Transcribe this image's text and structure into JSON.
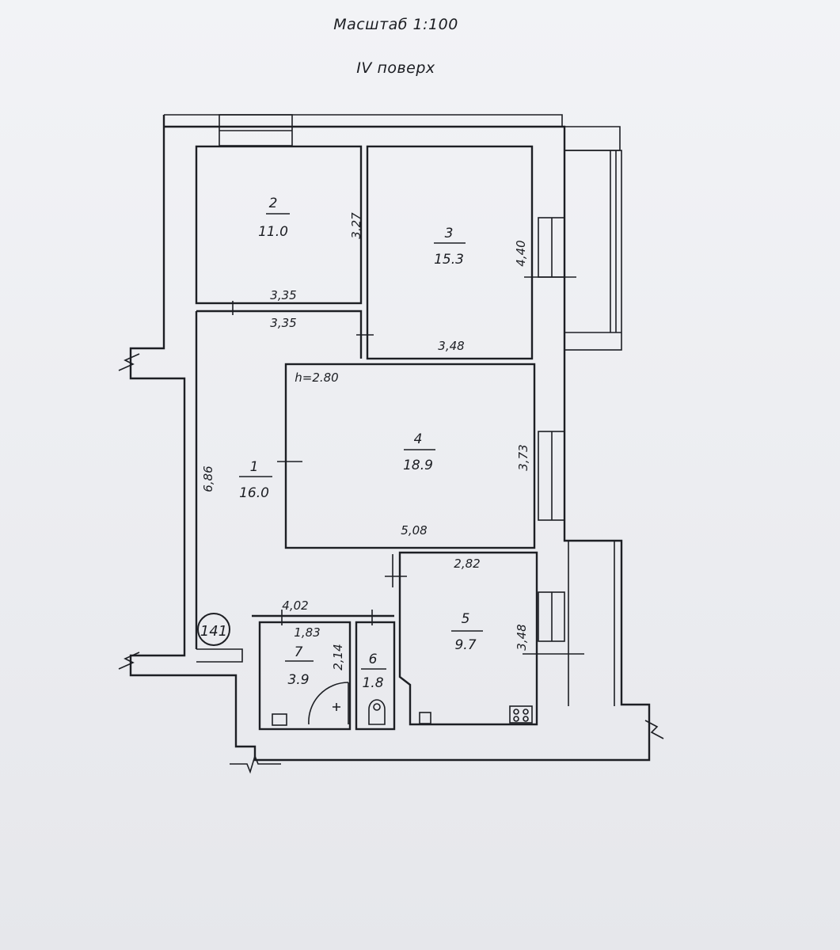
{
  "header": {
    "scale": "Масштаб 1:100",
    "floor": "IV поверх"
  },
  "rooms": [
    {
      "number": "1",
      "area": "16.0"
    },
    {
      "number": "2",
      "area": "11.0"
    },
    {
      "number": "3",
      "area": "15.3"
    },
    {
      "number": "4",
      "area": "18.9"
    },
    {
      "number": "5",
      "area": "9.7"
    },
    {
      "number": "6",
      "area": "1.8"
    },
    {
      "number": "7",
      "area": "3.9"
    }
  ],
  "dimensions": {
    "room2_height": "3,27",
    "room2_width": "3,35",
    "room1_top": "3,35",
    "room3_height": "4,40",
    "room3_width": "3,48",
    "ceiling_height": "h=2.80",
    "room4_height": "3,73",
    "room4_width": "5,08",
    "room1_height": "6,86",
    "room5_width": "2,82",
    "room5_height": "3,48",
    "corridor_width": "4,02",
    "room7_width": "1,83",
    "room7_height": "2,14"
  },
  "apartment_number": "141"
}
